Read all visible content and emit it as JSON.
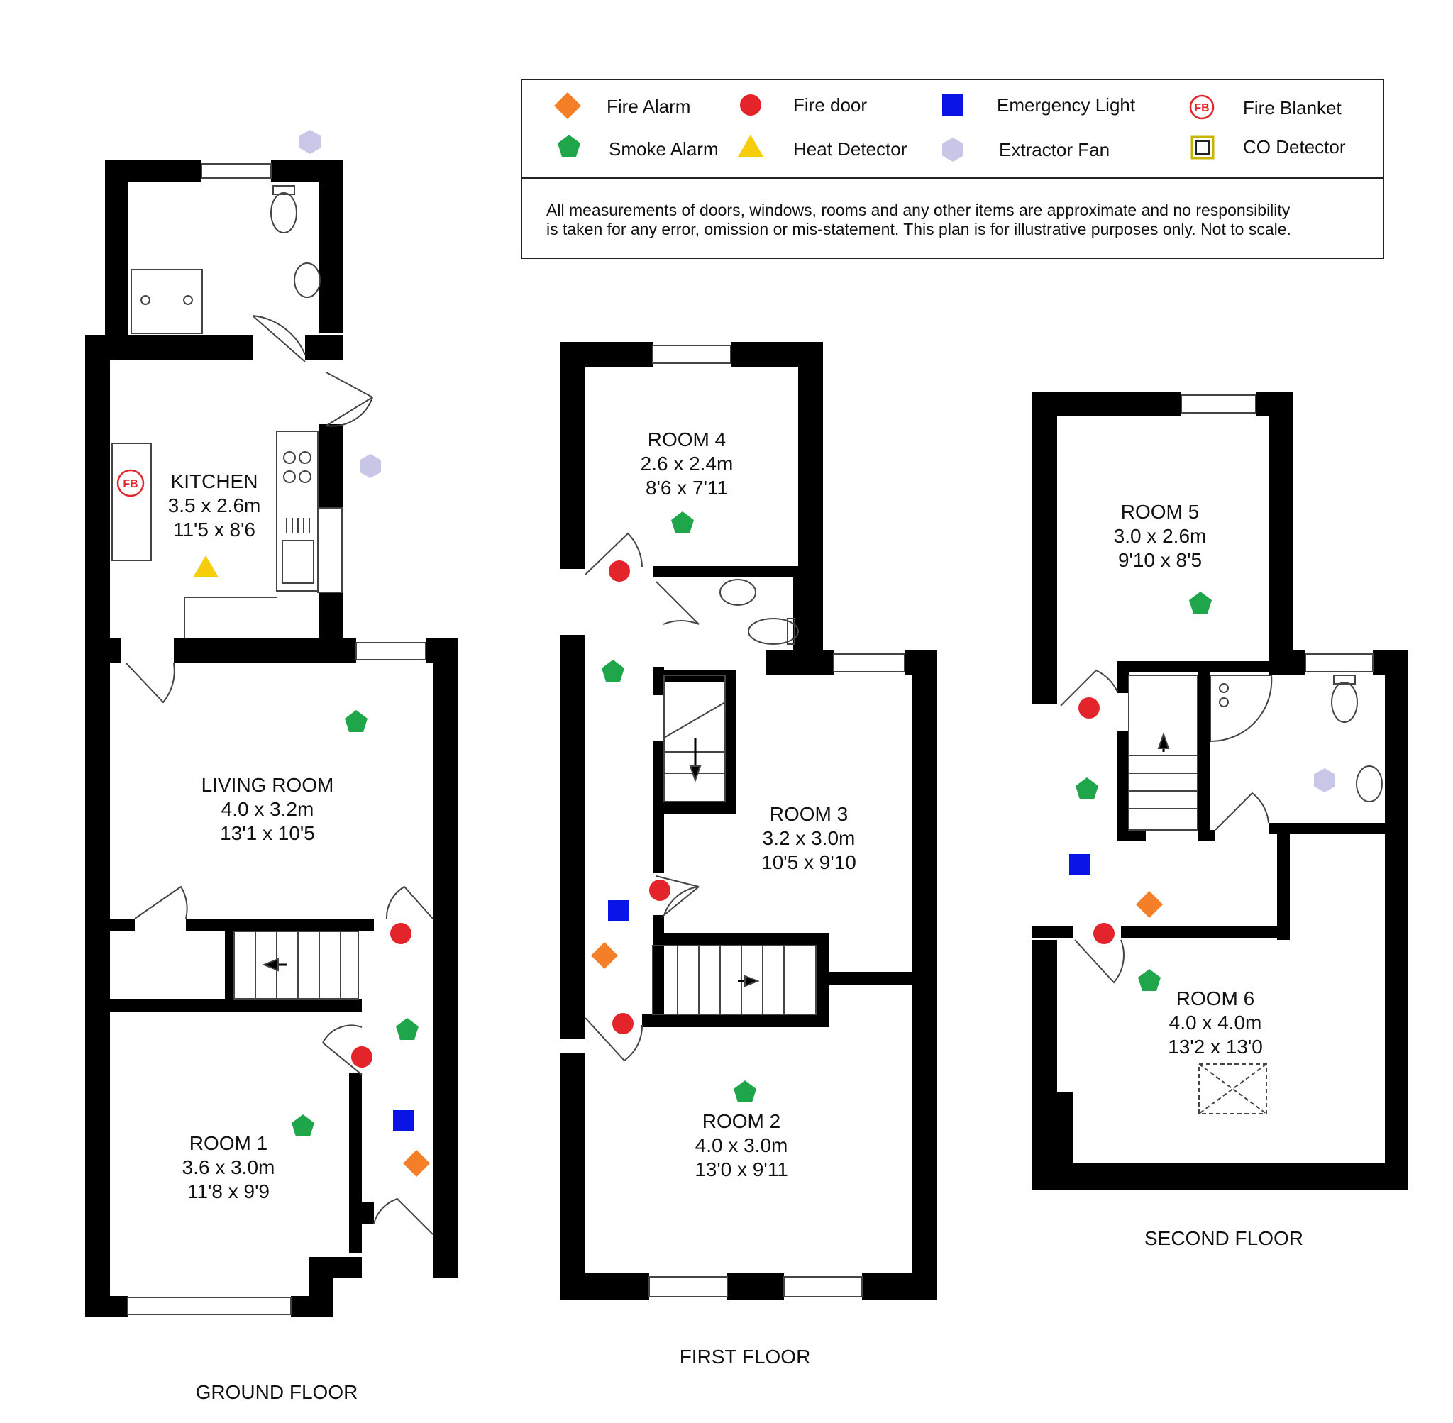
{
  "legend": {
    "items": [
      {
        "key": "fire_alarm",
        "label": "Fire Alarm",
        "icon": "diamond",
        "color": "#f57f29"
      },
      {
        "key": "fire_door",
        "label": "Fire door",
        "icon": "circle",
        "color": "#e3242b"
      },
      {
        "key": "emergency_light",
        "label": "Emergency Light",
        "icon": "square",
        "color": "#0a14e6"
      },
      {
        "key": "fire_blanket",
        "label": "Fire Blanket",
        "icon": "fb-circle",
        "color": "#e3242b"
      },
      {
        "key": "smoke_alarm",
        "label": "Smoke Alarm",
        "icon": "pentagon",
        "color": "#1fa64a"
      },
      {
        "key": "heat_detector",
        "label": "Heat Detector",
        "icon": "triangle",
        "color": "#f5cd0a"
      },
      {
        "key": "extractor_fan",
        "label": "Extractor Fan",
        "icon": "hexagon",
        "color": "#c9c7e8"
      },
      {
        "key": "co_detector",
        "label": "CO Detector",
        "icon": "square-outline",
        "color": "#c8b400"
      }
    ],
    "disclaimer_line1": "All measurements of doors, windows, rooms and any other items are approximate and no responsibility",
    "disclaimer_line2": "is taken for any error, omission or mis-statement. This plan is for illustrative purposes only. Not to scale."
  },
  "fire_blanket_badge": "FB",
  "floors": {
    "ground": {
      "label": "GROUND FLOOR"
    },
    "first": {
      "label": "FIRST FLOOR"
    },
    "second": {
      "label": "SECOND FLOOR"
    }
  },
  "rooms": {
    "kitchen": {
      "name": "KITCHEN",
      "metric": "3.5 x 2.6m",
      "imperial": "11'5 x 8'6"
    },
    "living_room": {
      "name": "LIVING ROOM",
      "metric": "4.0 x 3.2m",
      "imperial": "13'1 x 10'5"
    },
    "room1": {
      "name": "ROOM 1",
      "metric": "3.6 x 3.0m",
      "imperial": "11'8 x 9'9"
    },
    "room2": {
      "name": "ROOM 2",
      "metric": "4.0 x 3.0m",
      "imperial": "13'0 x 9'11"
    },
    "room3": {
      "name": "ROOM 3",
      "metric": "3.2 x 3.0m",
      "imperial": "10'5 x 9'10"
    },
    "room4": {
      "name": "ROOM 4",
      "metric": "2.6 x 2.4m",
      "imperial": "8'6 x 7'11"
    },
    "room5": {
      "name": "ROOM 5",
      "metric": "3.0 x 2.6m",
      "imperial": "9'10 x 8'5"
    },
    "room6": {
      "name": "ROOM 6",
      "metric": "4.0 x 4.0m",
      "imperial": "13'2 x 13'0"
    }
  },
  "colors": {
    "wall": "#000000",
    "fire_alarm": "#f57f29",
    "fire_door": "#e3242b",
    "emergency_light": "#0a14e6",
    "smoke_alarm": "#1fa64a",
    "heat_detector": "#f5cd0a",
    "extractor_fan": "#c9c7e8"
  }
}
